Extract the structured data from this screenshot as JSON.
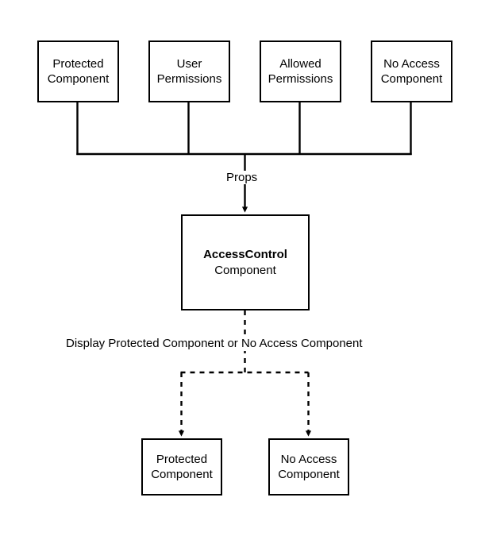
{
  "diagram": {
    "type": "flowchart",
    "background_color": "#ffffff",
    "stroke_color": "#000000",
    "nodes": {
      "protected_component_top": {
        "line1": "Protected",
        "line2": "Component"
      },
      "user_permissions": {
        "line1": "User",
        "line2": "Permissions"
      },
      "allowed_permissions": {
        "line1": "Allowed",
        "line2": "Permissions"
      },
      "no_access_component_top": {
        "line1": "No Access",
        "line2": "Component"
      },
      "access_control": {
        "line1": "AccessControl",
        "line2": "Component"
      },
      "protected_component_bottom": {
        "line1": "Protected",
        "line2": "Component"
      },
      "no_access_component_bottom": {
        "line1": "No Access",
        "line2": "Component"
      }
    },
    "edge_labels": {
      "props": "Props",
      "display_branch": "Display Protected Component or No Access Component"
    }
  }
}
